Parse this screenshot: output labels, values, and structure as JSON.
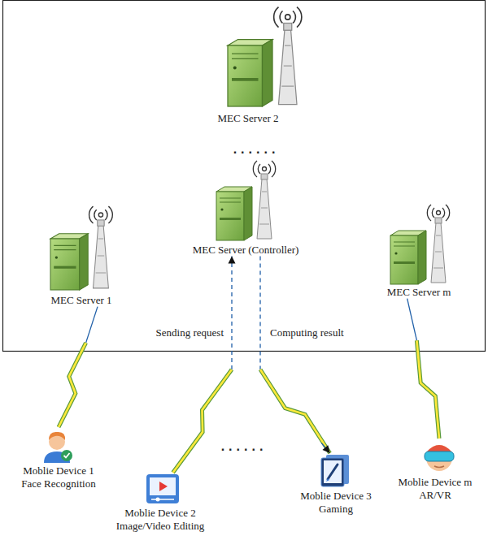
{
  "diagram": {
    "nodes": [
      {
        "text": [
          "MEC Server 2"
        ]
      },
      {
        "text": [
          "MEC Server 1"
        ]
      },
      {
        "text": [
          "MEC Server (Controller)"
        ]
      },
      {
        "text": [
          "MEC Server m"
        ]
      },
      {
        "text": [
          "Moblie Device 1 Face Recognition"
        ]
      },
      {
        "text": [
          "Moblie Device 2 Image/Video Editing"
        ]
      },
      {
        "text": [
          "Moblie Device 3 Gaming"
        ]
      },
      {
        "text": [
          "Moblie Device m AR/VR"
        ]
      }
    ],
    "edges": [
      {
        "from": 4,
        "to": 1,
        "arrow": "none"
      },
      {
        "from": 5,
        "to": 2,
        "label": "Sending request",
        "arrow": "to"
      },
      {
        "from": 2,
        "to": 6,
        "label": "Computing result",
        "arrow": "to"
      },
      {
        "from": 7,
        "to": 3,
        "arrow": "none"
      }
    ],
    "labels": [
      "......",
      "......"
    ]
  }
}
